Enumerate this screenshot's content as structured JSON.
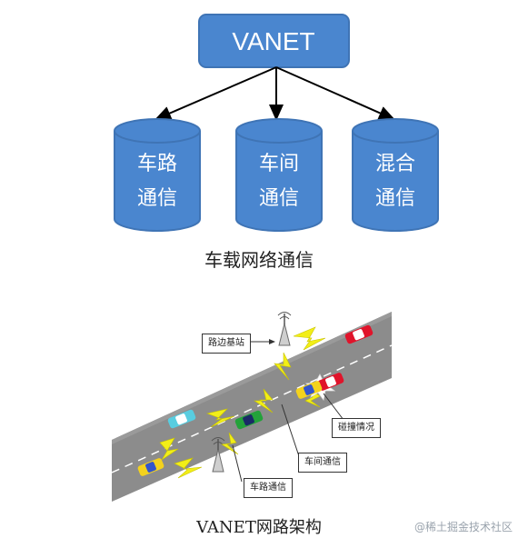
{
  "top_diagram": {
    "root": {
      "label": "VANET"
    },
    "children": [
      {
        "line1": "车路",
        "line2": "通信"
      },
      {
        "line1": "车间",
        "line2": "通信"
      },
      {
        "line1": "混合",
        "line2": "通信"
      }
    ],
    "caption": "车载网络通信"
  },
  "road_diagram": {
    "callouts": {
      "rsu": "路边基站",
      "collision": "碰撞情况",
      "v2v": "车间通信",
      "v2i": "车路通信"
    },
    "caption": "VANET网路架构"
  },
  "watermark": "@稀土掘金技术社区",
  "colors": {
    "box_fill": "#4a86cf",
    "box_stroke": "#3f74b5",
    "road": "#8c8c8c",
    "lightning": "#f2ee18"
  }
}
